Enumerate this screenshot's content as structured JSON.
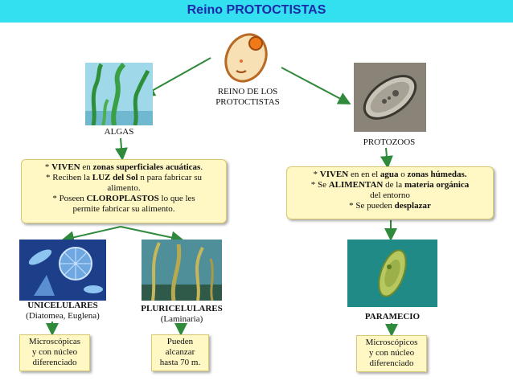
{
  "title": "Reino PROTOCTISTAS",
  "center_label_1": "REINO DE LOS",
  "center_label_2": "PROTOCTISTAS",
  "algas_label": "ALGAS",
  "protozoos_label": "PROTOZOOS",
  "algas_box": {
    "l1a": "* ",
    "l1b": "VIVEN",
    "l1c": " en ",
    "l1d": "zonas superficiales acuáticas",
    "l1e": ".",
    "l2a": "* Reciben la ",
    "l2b": "LUZ del Sol",
    "l2c": " n para fabricar su",
    "l3": "alimento.",
    "l4a": "* Poseen ",
    "l4b": "CLOROPLASTOS",
    "l4c": " lo que les",
    "l5": "permite fabricar su alimento."
  },
  "protozoos_box": {
    "l1a": "* ",
    "l1b": "VIVEN",
    "l1c": " en en el ",
    "l1d": "agua",
    "l1e": " o ",
    "l1f": "zonas húmedas.",
    "l2a": "* Se ",
    "l2b": "ALIMENTAN",
    "l2c": " de la ",
    "l2d": "materia orgánica",
    "l3": "del entorno",
    "l4a": "* Se pueden ",
    "l4b": "desplazar"
  },
  "unicelulares": {
    "title": "UNICELULARES",
    "sub": "(Diatomea, Euglena)",
    "box": [
      "Microscópicas",
      "y con núcleo",
      "diferenciado"
    ]
  },
  "pluricelulares": {
    "title": "PLURICELULARES",
    "sub": "(Laminaria)",
    "box": [
      "Pueden",
      "alcanzar",
      "hasta 70 m."
    ]
  },
  "paramecio": {
    "title": "PARAMECIO",
    "box": [
      "Microscópicos",
      "y con núcleo",
      "diferenciado"
    ]
  },
  "colors": {
    "title_bar": "#33e0f0",
    "title_text": "#1a2aa8",
    "arrow": "#2f8a3c",
    "box_fill": "#fff7c4"
  }
}
